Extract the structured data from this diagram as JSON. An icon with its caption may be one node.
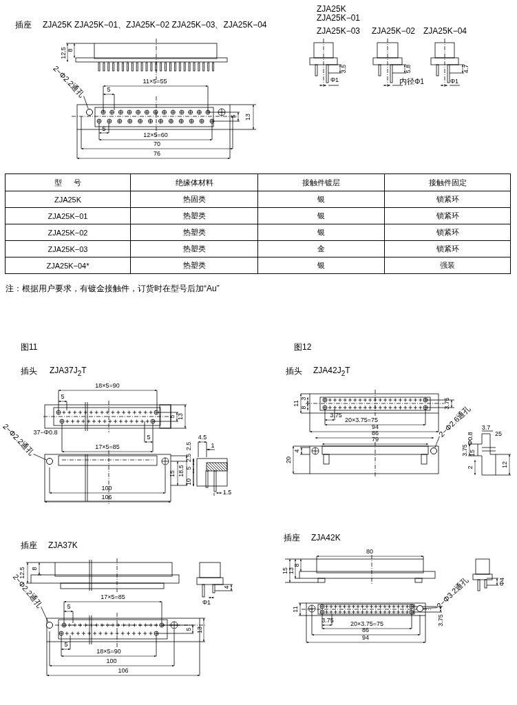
{
  "diagram": {
    "nodes": [
      {
        "text": [
          "2−Φ2.2通孔"
        ]
      },
      {
        "text": [],
        "shape": "circle"
      },
      {
        "text": [
          "2−Φ2.2通孔"
        ]
      },
      {
        "text": [],
        "shape": "circle"
      },
      {
        "text": [
          "2−Φ2.6通孔"
        ]
      },
      {
        "text": [],
        "shape": "circle"
      },
      {
        "text": [
          "2−Φ2.2通孔"
        ]
      },
      {
        "text": [],
        "shape": "circle"
      },
      {
        "text": [
          "2−Φ3.2通孔"
        ]
      },
      {
        "text": [],
        "shape": "circle"
      }
    ],
    "edges": [
      {
        "from": 0,
        "to": 1,
        "arrow": "none"
      },
      {
        "from": 2,
        "to": 3,
        "arrow": "none"
      },
      {
        "from": 4,
        "to": 5,
        "arrow": "none"
      },
      {
        "from": 6,
        "to": 7,
        "arrow": "none"
      },
      {
        "from": 8,
        "to": 9,
        "arrow": "none"
      }
    ],
    "labels": [
      "插座",
      "ZJA25K ZJA25K−01、ZJA25K−02 ZJA25K−03、ZJA25K−04",
      "12.5",
      "8",
      "11×5=55",
      "5",
      "5",
      "13",
      "5",
      "12×5=60",
      "70",
      "76",
      "ZJA25K",
      "ZJA25K−01",
      "ZJA25K−03",
      "ZJA25K−02",
      "ZJA25K−04",
      "3.5",
      "Φ1",
      "5.8",
      "内径Φ1",
      "4.7",
      "Φ1",
      "型 号",
      "绝缘体材料",
      "接触件镀层",
      "接触件固定",
      "ZJA25K",
      "热固类",
      "银",
      "锁紧环",
      "ZJA25K−01",
      "热塑类",
      "银",
      "锁紧环",
      "ZJA25K−02",
      "热塑类",
      "银",
      "锁紧环",
      "ZJA25K−03",
      "热塑类",
      "金",
      "锁紧环",
      "ZJA25K−04*",
      "热塑类",
      "银",
      "强装",
      "注：根据用户要求，有镀金接触件，订货时在型号后加“Au”",
      "图11",
      "插头",
      "ZJA37J$_{2}$T",
      "18×5=90",
      "5",
      "5",
      "13",
      "37−Φ0.8",
      "5",
      "17×5=85",
      "15",
      "18.5",
      "100",
      "106",
      "4.5",
      "1",
      "2.5",
      "2.5",
      "5",
      "10",
      "1.5",
      "图12",
      "插头",
      "ZJA42J$_{2}$T",
      "11",
      "3",
      "8",
      "3.75",
      "3.75",
      "20×3.75=75",
      "94",
      "86",
      "79",
      "4",
      "20",
      "3.7",
      "25",
      "Φ0.8",
      "3.75",
      "2",
      "12",
      "15",
      "插座",
      "ZJA37K",
      "12.5",
      "8",
      "Φ1",
      "4",
      "17×5=85",
      "5",
      "5",
      "13",
      "5",
      "18×5=90",
      "100",
      "106",
      "插座",
      "ZJA42K",
      "80",
      "15",
      "13",
      "8",
      "Φ4",
      "11",
      "3.75",
      "20×3.75=75",
      "86",
      "94",
      "3.75"
    ]
  }
}
